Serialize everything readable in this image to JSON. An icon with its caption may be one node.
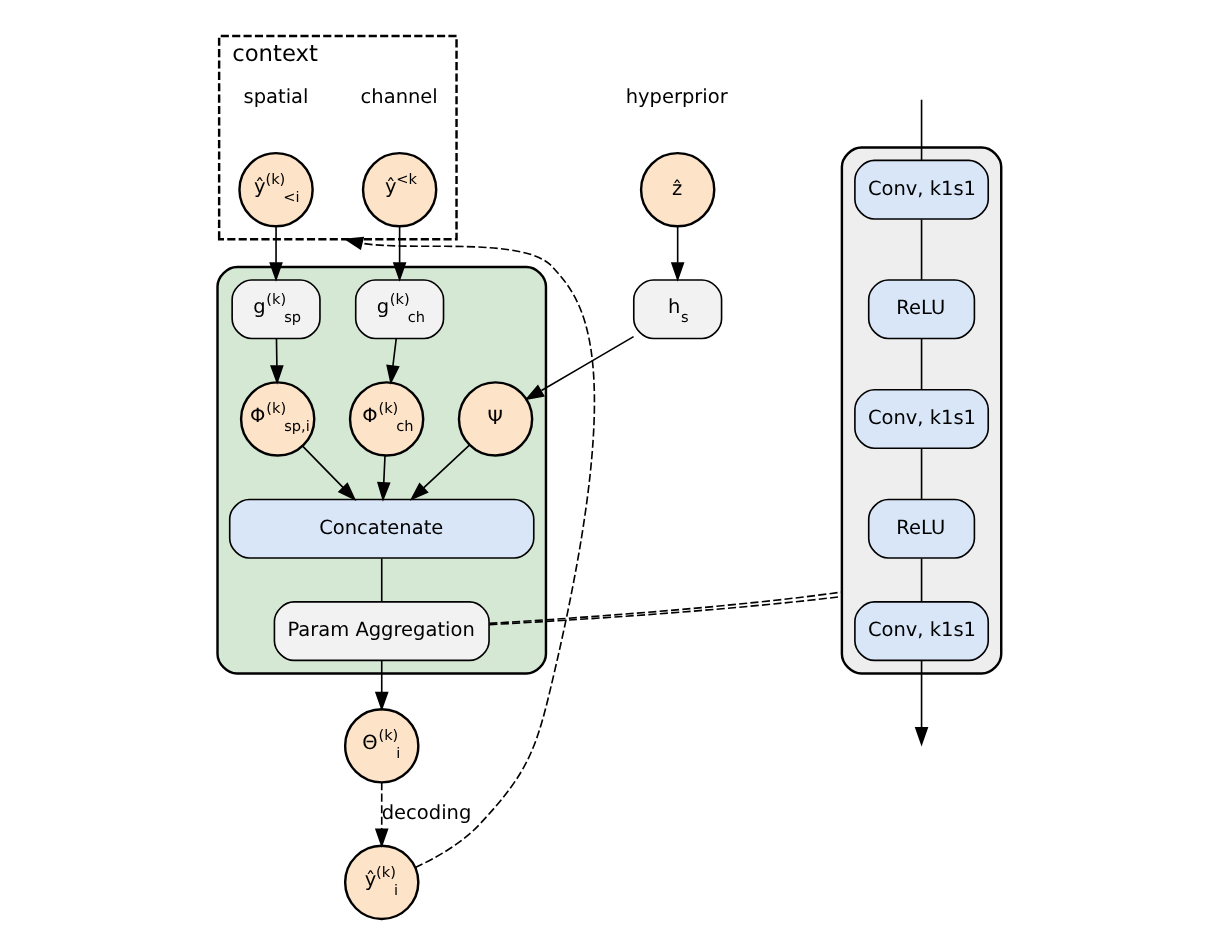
{
  "diagram": {
    "nodes": [
      {
        "text": [
          "context"
        ]
      },
      {
        "text": [
          "ŷ$^{(k)}$$_{<i}$"
        ],
        "in": 0,
        "beside": [
          "spatial"
        ]
      },
      {
        "text": [
          "ŷ$^{<k}$"
        ],
        "in": 0,
        "beside": [
          "channel"
        ]
      },
      {
        "text": [
          "ẑ"
        ],
        "beside": [
          "hyperprior"
        ]
      },
      {
        "text": [],
        "shape": "box"
      },
      {
        "text": [
          "g$^{(k)}$$_{sp}$"
        ],
        "in": 4
      },
      {
        "text": [
          "g$^{(k)}$$_{ch}$"
        ],
        "in": 4
      },
      {
        "text": [
          "h$_{s}$"
        ]
      },
      {
        "text": [
          "Φ$^{(k)}$$_{sp,i}$"
        ],
        "in": 4
      },
      {
        "text": [
          "Φ$^{(k)}$$_{ch}$"
        ],
        "in": 4
      },
      {
        "text": [
          "Ψ"
        ],
        "in": 4
      },
      {
        "text": [
          "Concatenate"
        ],
        "in": 4
      },
      {
        "text": [
          "Param Aggregation"
        ],
        "in": 4
      },
      {
        "text": [
          "Θ$^{(k)}$$_{i}$"
        ]
      },
      {
        "text": [
          "ŷ$^{(k)}$$_{i}$"
        ]
      },
      {
        "text": [],
        "shape": "box"
      },
      {
        "text": [
          "Conv, k1s1"
        ],
        "in": 15
      },
      {
        "text": [
          "ReLU"
        ],
        "in": 15
      },
      {
        "text": [
          "Conv, k1s1"
        ],
        "in": 15
      },
      {
        "text": [
          "ReLU"
        ],
        "in": 15
      },
      {
        "text": [
          "Conv, k1s1"
        ],
        "in": 15
      }
    ],
    "edges": [
      {
        "from": 1,
        "to": 5,
        "arrow": "to"
      },
      {
        "from": 2,
        "to": 6,
        "arrow": "to"
      },
      {
        "from": 3,
        "to": 7,
        "arrow": "to"
      },
      {
        "from": 5,
        "to": 8,
        "arrow": "to"
      },
      {
        "from": 6,
        "to": 9,
        "arrow": "to"
      },
      {
        "from": 7,
        "to": 10,
        "arrow": "to"
      },
      {
        "from": 8,
        "to": 11,
        "arrow": "to"
      },
      {
        "from": 9,
        "to": 11,
        "arrow": "to"
      },
      {
        "from": 10,
        "to": 11,
        "arrow": "to"
      },
      {
        "from": 11,
        "to": 12,
        "arrow": "none"
      },
      {
        "from": 12,
        "to": 13,
        "arrow": "to"
      },
      {
        "from": 13,
        "to": 14,
        "arrow": "to",
        "label": "decoding",
        "style": "dashed"
      },
      {
        "from": 14,
        "to": 0,
        "arrow": "to",
        "style": "dashed"
      },
      {
        "from": 12,
        "to": 15,
        "arrow": "none",
        "style": "dashed"
      },
      {
        "from": 12,
        "to": 15,
        "arrow": "none",
        "style": "dashed"
      },
      {
        "from": null,
        "to": 16,
        "arrow": "none"
      },
      {
        "from": 16,
        "to": 17,
        "arrow": "none"
      },
      {
        "from": 17,
        "to": 18,
        "arrow": "none"
      },
      {
        "from": 18,
        "to": 19,
        "arrow": "none"
      },
      {
        "from": 19,
        "to": 20,
        "arrow": "none"
      },
      {
        "from": 20,
        "to": null,
        "arrow": "to"
      }
    ]
  }
}
